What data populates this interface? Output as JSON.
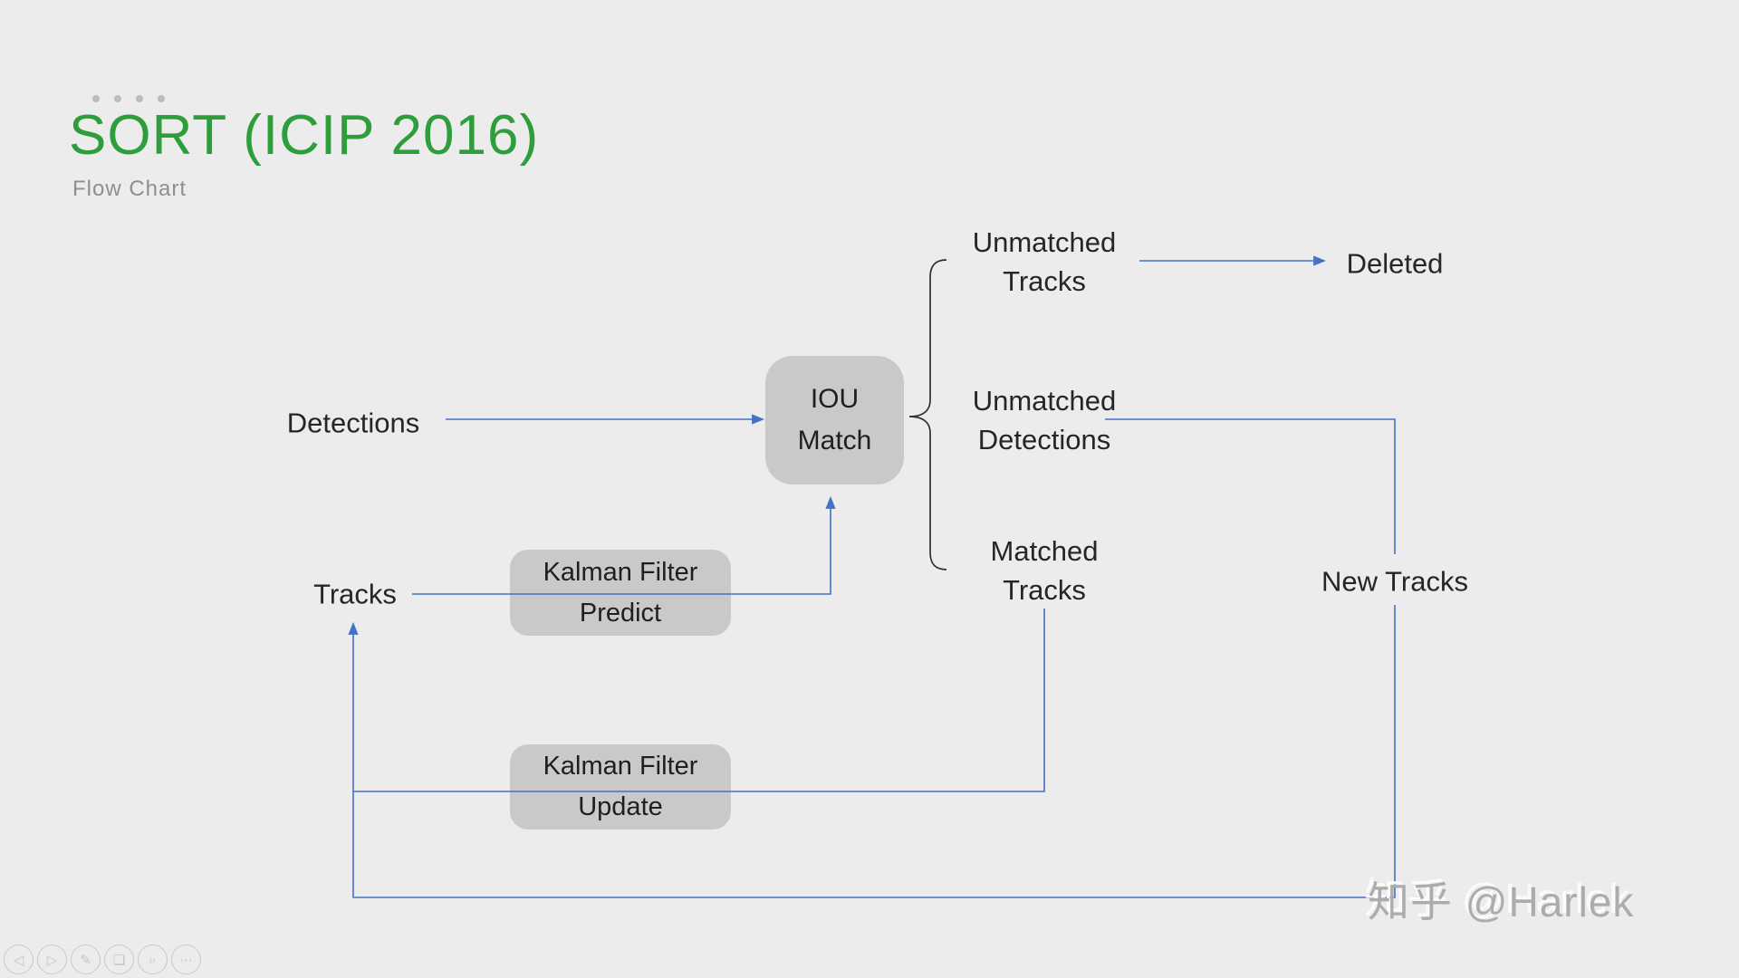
{
  "slide": {
    "title": "SORT (ICIP 2016)",
    "subtitle": "Flow Chart",
    "watermark": "知乎 @Harlek"
  },
  "flowchart": {
    "nodes": {
      "detections": "Detections",
      "tracks": "Tracks",
      "iou_match": {
        "line1": "IOU",
        "line2": "Match"
      },
      "kf_predict": {
        "line1": "Kalman Filter",
        "line2": "Predict"
      },
      "kf_update": {
        "line1": "Kalman Filter",
        "line2": "Update"
      },
      "unmatched_tracks": {
        "line1": "Unmatched",
        "line2": "Tracks"
      },
      "unmatched_detections": {
        "line1": "Unmatched",
        "line2": "Detections"
      },
      "matched_tracks": {
        "line1": "Matched",
        "line2": "Tracks"
      },
      "deleted": "Deleted",
      "new_tracks": "New Tracks"
    },
    "edges": [
      {
        "from": "Detections",
        "to": "IOU Match"
      },
      {
        "from": "Tracks",
        "via": "Kalman Filter Predict",
        "to": "IOU Match"
      },
      {
        "from": "IOU Match",
        "to": "Unmatched Tracks"
      },
      {
        "from": "IOU Match",
        "to": "Unmatched Detections"
      },
      {
        "from": "IOU Match",
        "to": "Matched Tracks"
      },
      {
        "from": "Unmatched Tracks",
        "to": "Deleted"
      },
      {
        "from": "Unmatched Detections",
        "to": "New Tracks"
      },
      {
        "from": "Matched Tracks",
        "via": "Kalman Filter Update",
        "to": "Tracks"
      },
      {
        "from": "New Tracks",
        "to": "Tracks"
      }
    ]
  },
  "toolbar": {
    "buttons": [
      {
        "name": "previous",
        "glyph": "◁"
      },
      {
        "name": "next",
        "glyph": "▷"
      },
      {
        "name": "pen",
        "glyph": "✎"
      },
      {
        "name": "slides",
        "glyph": "❏"
      },
      {
        "name": "zoom",
        "glyph": "⌕"
      },
      {
        "name": "more",
        "glyph": "⋯"
      }
    ]
  },
  "colors": {
    "background": "#ececec",
    "title_green": "#2e9d3b",
    "connector_blue": "#4472c4",
    "node_gray": "#c9c9c9",
    "brace_dark": "#2f2f2f"
  }
}
